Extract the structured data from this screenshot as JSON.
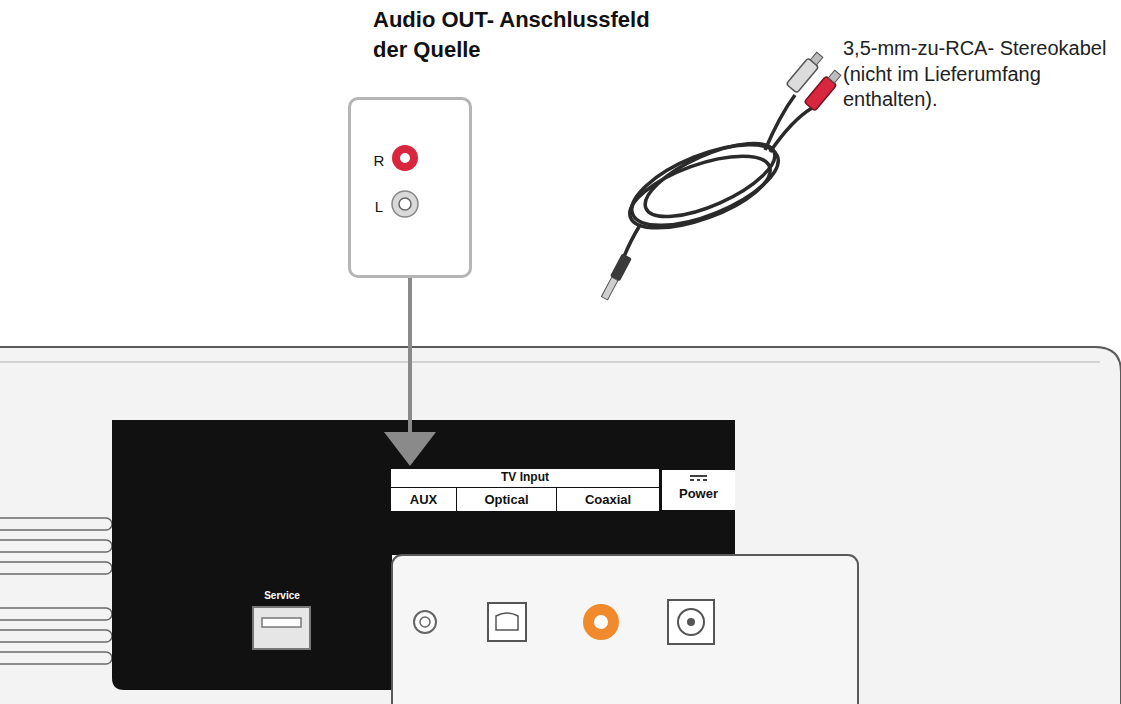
{
  "diagram": {
    "nodes": [
      {
        "text": [
          "Audio OUT- Anschlussfeld der Quelle",
          "R",
          "L"
        ]
      },
      {
        "text": [
          "TV Input"
        ]
      },
      {
        "text": [
          "AUX"
        ],
        "in": 1
      },
      {
        "text": [
          "Optical"
        ],
        "in": 1
      },
      {
        "text": [
          "Coaxial"
        ],
        "in": 1
      }
    ],
    "edges": [
      {
        "from": 0,
        "to": 1,
        "arrow": "to"
      }
    ],
    "labels": [
      "Power",
      "Service",
      "3,5-mm-zu-RCA- Stereokabel (nicht im Lieferumfang enthalten)."
    ]
  }
}
